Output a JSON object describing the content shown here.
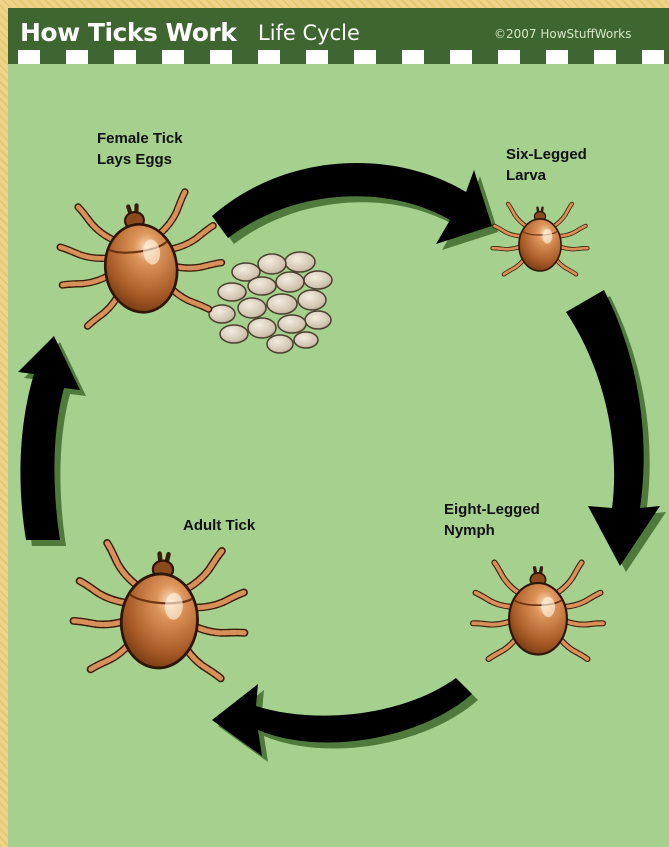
{
  "header": {
    "title": "How Ticks Work",
    "subtitle": "Life Cycle",
    "copyright": "©2007 HowStuffWorks"
  },
  "stages": [
    {
      "line1": "Female Tick",
      "line2": "Lays Eggs"
    },
    {
      "line1": "Six-Legged",
      "line2": "Larva"
    },
    {
      "line1": "Eight-Legged",
      "line2": "Nymph"
    },
    {
      "line1": "Adult Tick",
      "line2": ""
    }
  ],
  "colors": {
    "background": "#a5d08e",
    "header": "#3f6531",
    "arrow": "#000000",
    "tick_body": "#b8682e",
    "egg": "#d8ccb8"
  }
}
